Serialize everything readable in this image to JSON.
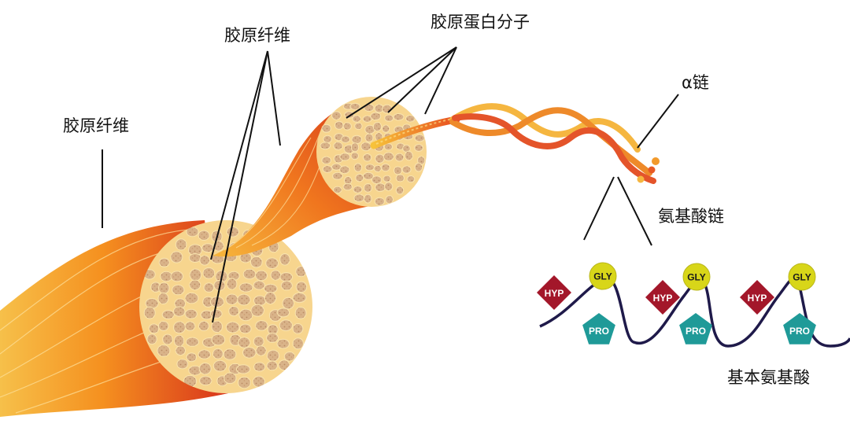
{
  "labels": {
    "fibril_left": "胶原纤维",
    "fibril_top": "胶原纤维",
    "molecule": "胶原蛋白分子",
    "alpha_chain": "α链",
    "amino_chain": "氨基酸链",
    "amino_acids": "基本氨基酸"
  },
  "residues": [
    {
      "hyp": "HYP",
      "gly": "GLY",
      "pro": "PRO"
    },
    {
      "hyp": "HYP",
      "gly": "GLY",
      "pro": "PRO"
    },
    {
      "hyp": "HYP",
      "gly": "GLY",
      "pro": "PRO"
    }
  ],
  "colors": {
    "hyp": "#a3172a",
    "gly": "#d8d619",
    "pro": "#1f9a98",
    "backbone": "#1f1a4a",
    "fibril_cream": "#f7d58e",
    "fibril_orange": "#f28b1e",
    "fibril_red": "#d9361e"
  }
}
